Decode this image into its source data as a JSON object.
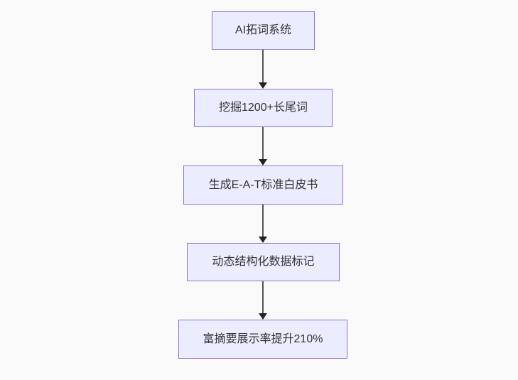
{
  "flowchart": {
    "type": "vertical-flowchart",
    "nodes": [
      {
        "id": "n1",
        "label": "AI拓词系统"
      },
      {
        "id": "n2",
        "label": "挖掘1200+长尾词"
      },
      {
        "id": "n3",
        "label": "生成E-A-T标准白皮书"
      },
      {
        "id": "n4",
        "label": "动态结构化数据标记"
      },
      {
        "id": "n5",
        "label": "富摘要展示率提升210%"
      }
    ],
    "edges": [
      {
        "from": "n1",
        "to": "n2",
        "direction": "down"
      },
      {
        "from": "n2",
        "to": "n3",
        "direction": "down"
      },
      {
        "from": "n3",
        "to": "n4",
        "direction": "down"
      },
      {
        "from": "n4",
        "to": "n5",
        "direction": "down"
      }
    ],
    "colors": {
      "background": "#fafafa",
      "node_fill": "#ececff",
      "node_border": "#9370db",
      "edge_line": "#555555",
      "arrow_head": "#222222",
      "text": "#333333"
    }
  }
}
